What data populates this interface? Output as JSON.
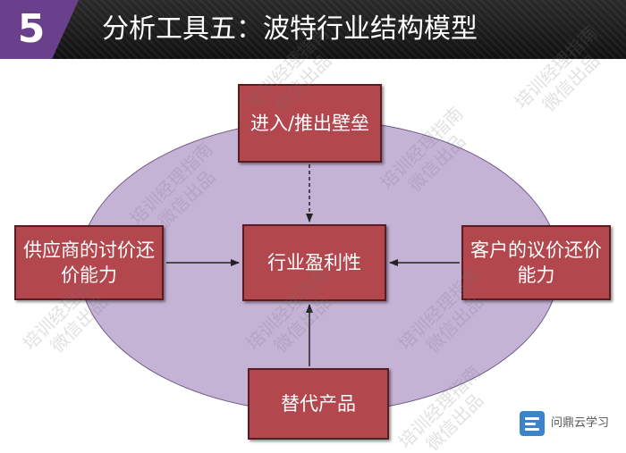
{
  "header": {
    "number": "5",
    "title": "分析工具五：波特行业结构模型"
  },
  "diagram": {
    "entry": "进入/推出壁垒",
    "center": "行业盈利性",
    "supplier": "供应商的讨价还价能力",
    "customer": "客户的议价还价能力",
    "substitute": "替代产品"
  },
  "watermark": {
    "line1": "培训经理指南",
    "line2": "微信出品"
  },
  "footer": {
    "logo_text": "问鼎云学习"
  },
  "colors": {
    "banner_bg": "#1a1a1a",
    "badge_purple": "#6a3f8c",
    "node_fill": "#b2474d",
    "ellipse_fill": "#c5b3d6",
    "logo_blue": "#3c84c9"
  },
  "icons": [
    "logo-icon"
  ]
}
